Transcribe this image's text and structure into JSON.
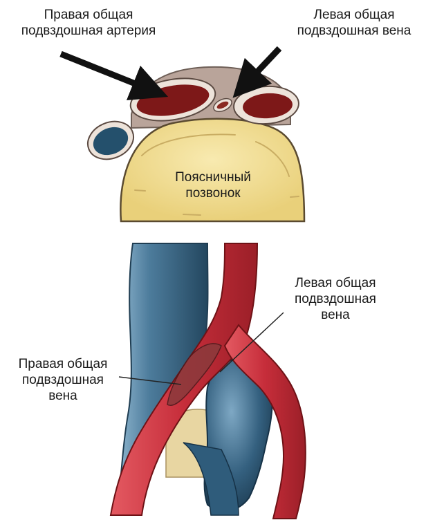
{
  "top_figure": {
    "label_right_artery": "Правая общая\nподвздошная артерия",
    "label_left_vein": "Левая общая\nподвздошная вена",
    "label_vertebra": "Поясничный\nпозвонок"
  },
  "bottom_figure": {
    "label_left_vein": "Левая общая\nподвздошная\nвена",
    "label_right_vein": "Правая общая\nподвздошная\nвена"
  },
  "colors": {
    "artery": "#c62d3a",
    "artery_dark": "#7d1818",
    "vein": "#3f6e8e",
    "vein_light": "#8fb6cf",
    "vertebra": "#f1dd95",
    "arrow": "#111111"
  }
}
